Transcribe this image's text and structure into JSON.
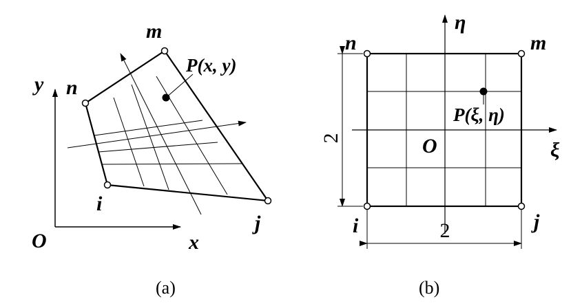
{
  "figure_a": {
    "caption": "(a)",
    "axis_x": "x",
    "axis_y": "y",
    "origin": "O",
    "node_i": "i",
    "node_j": "j",
    "node_m": "m",
    "node_n": "n",
    "point_label": "P(x, y)"
  },
  "figure_b": {
    "caption": "(b)",
    "axis_xi": "ξ",
    "axis_eta": "η",
    "origin": "O",
    "node_i": "i",
    "node_j": "j",
    "node_m": "m",
    "node_n": "n",
    "point_label": "P(ξ, η)",
    "dim_width": "2",
    "dim_height": "2"
  }
}
